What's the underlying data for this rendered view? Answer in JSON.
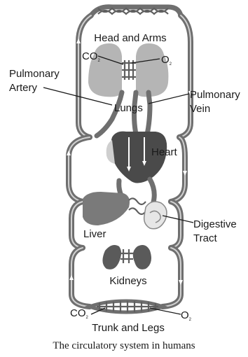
{
  "labels": {
    "head_and_arms": "Head and Arms",
    "co2_top_main": "CO",
    "co2_top_sub": "2",
    "o2_top_main": "O",
    "o2_top_sub": "2",
    "pulmonary_artery_line1": "Pulmonary",
    "pulmonary_artery_line2": "Artery",
    "pulmonary_vein_line1": "Pulmonary",
    "pulmonary_vein_line2": "Vein",
    "lungs": "Lungs",
    "heart": "Heart",
    "liver": "Liver",
    "digestive_tract_line1": "Digestive",
    "digestive_tract_line2": "Tract",
    "kidneys": "Kidneys",
    "co2_bottom_main": "CO",
    "co2_bottom_sub": "2",
    "o2_bottom_main": "O",
    "o2_bottom_sub": "2",
    "trunk_and_legs": "Trunk and Legs"
  },
  "caption": "The circulatory system in humans",
  "colors": {
    "vessel": "#6f6f6f",
    "vessel_highlight": "#d0d0d0",
    "lungs": "#b5b5b5",
    "heart": "#4a4a4a",
    "liver": "#7a7a7a",
    "kidneys": "#5a5a5a",
    "digestive": "#e6e6e6",
    "text": "#1a1a1a"
  }
}
